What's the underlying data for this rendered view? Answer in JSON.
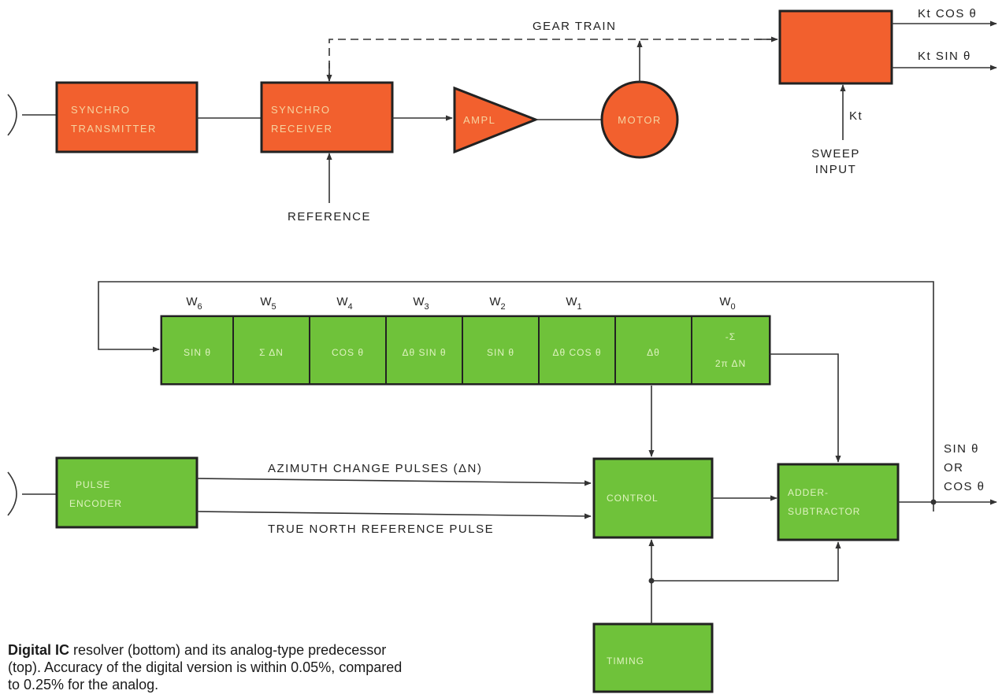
{
  "analog": {
    "synchro_transmitter": [
      "SYNCHRO",
      "TRANSMITTER"
    ],
    "synchro_receiver": [
      "SYNCHRO",
      "RECEIVER"
    ],
    "ampl": "AMPL",
    "motor": "MOTOR",
    "gear_train": "GEAR TRAIN",
    "reference": "REFERENCE",
    "output_cos": "Kt COS θ",
    "output_sin": "Kt SIN θ",
    "sweep_label": "Kt",
    "sweep_input": [
      "SWEEP",
      "INPUT"
    ]
  },
  "digital": {
    "registers": [
      {
        "w": "W",
        "sub": "6",
        "content": [
          "SIN θ"
        ]
      },
      {
        "w": "W",
        "sub": "5",
        "content": [
          "Σ ΔN"
        ]
      },
      {
        "w": "W",
        "sub": "4",
        "content": [
          "COS θ"
        ]
      },
      {
        "w": "W",
        "sub": "3",
        "content": [
          "Δθ SIN θ"
        ]
      },
      {
        "w": "W",
        "sub": "2",
        "content": [
          "SIN θ"
        ]
      },
      {
        "w": "W",
        "sub": "1",
        "content": [
          "Δθ COS θ"
        ]
      },
      {
        "w": "",
        "sub": "",
        "content": [
          "Δθ"
        ]
      },
      {
        "w": "W",
        "sub": "0",
        "content": [
          "-Σ",
          "2π ΔN"
        ]
      }
    ],
    "pulse_encoder": [
      "PULSE",
      "ENCODER"
    ],
    "azimuth": "AZIMUTH CHANGE PULSES (ΔN)",
    "true_north": "TRUE NORTH REFERENCE PULSE",
    "control": "CONTROL",
    "adder_subtractor": [
      "ADDER-",
      "SUBTRACTOR"
    ],
    "timing": "TIMING",
    "output": [
      "SIN θ",
      "OR",
      "COS θ"
    ]
  },
  "caption": {
    "bold": "Digital IC",
    "text": " resolver (bottom) and its analog-type predecessor (top). Accuracy of the digital version is within 0.05%, compared to 0.25% for the analog."
  },
  "colors": {
    "analog_block": "#f2602e",
    "digital_block": "#6fc23a",
    "line": "#333333"
  }
}
